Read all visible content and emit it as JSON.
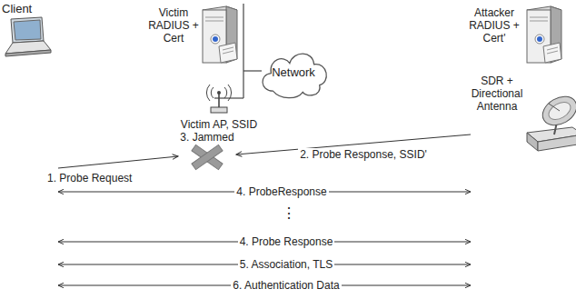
{
  "diagram": {
    "nodes": [
      {
        "text": [
          "Client"
        ]
      },
      {
        "text": [
          "Victim RADIUS + Cert"
        ]
      },
      {
        "text": [
          "Victim AP, SSID"
        ]
      },
      {
        "text": [
          "Network"
        ]
      },
      {
        "text": [
          "Attacker RADIUS + Cert'"
        ]
      },
      {
        "text": [
          "SDR + Directional Antenna"
        ]
      },
      {
        "text": [
          "3. Jammed"
        ]
      }
    ],
    "edges": [
      {
        "from": 0,
        "to": 6,
        "label": "1. Probe Request",
        "arrow": "to"
      },
      {
        "from": 5,
        "to": 6,
        "label": "2. Probe Response, SSID'",
        "arrow": "to"
      },
      {
        "from": 0,
        "to": 5,
        "label": "4. ProbeResponse",
        "arrow": "both"
      },
      {
        "from": 0,
        "to": 5,
        "label": "4. Probe Response",
        "arrow": "both"
      },
      {
        "from": 0,
        "to": 5,
        "label": "5. Association, TLS",
        "arrow": "both"
      },
      {
        "from": 0,
        "to": 5,
        "label": "6. Authentication Data",
        "arrow": "both"
      }
    ],
    "labels": [
      "⋮"
    ]
  }
}
